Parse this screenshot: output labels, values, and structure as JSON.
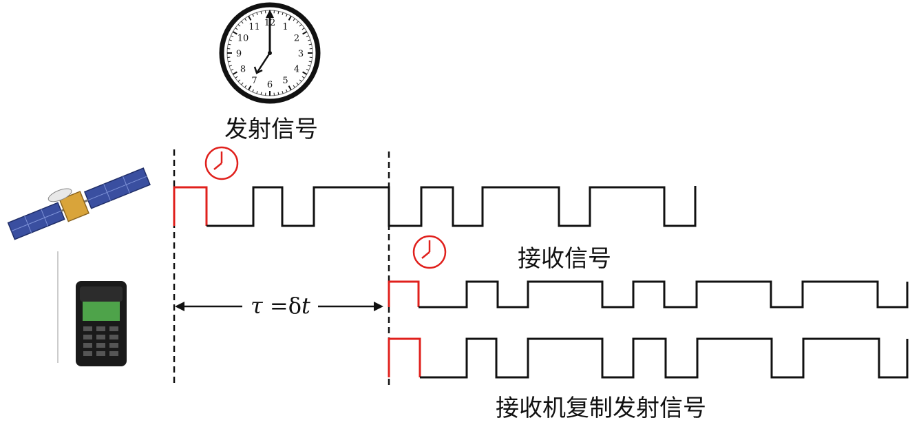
{
  "labels": {
    "transmit_signal": "发射信号",
    "receive_signal": "接收信号",
    "replica_signal": "接收机复制发射信号",
    "delay_symbol": "τ",
    "delay_equals": "=δ",
    "delay_t": "t"
  },
  "clock_numerals": [
    "12",
    "1",
    "2",
    "3",
    "4",
    "5",
    "6",
    "7",
    "8",
    "9",
    "10",
    "11"
  ],
  "colors": {
    "signal": "#111111",
    "code_start": "#e0201c",
    "clock_icon": "#e0201c",
    "satellite_panel": "#3a4fa0",
    "satellite_body": "#d9a43a",
    "phone_body": "#1a1a1a",
    "phone_screen": "#4ea34a"
  },
  "icons": {
    "clock": "analog-clock-icon",
    "small_clock": "small-clock-icon",
    "satellite": "satellite-icon",
    "receiver": "handheld-receiver-icon"
  }
}
